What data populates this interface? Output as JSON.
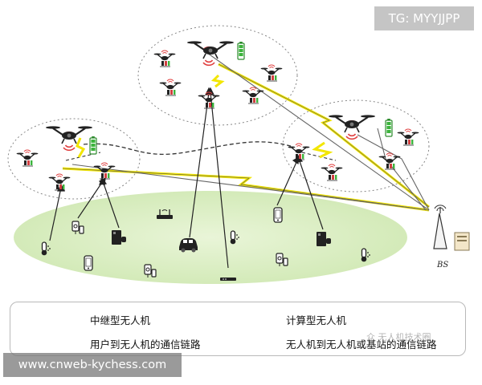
{
  "badges": {
    "telegram": "TG: MYYJJPP",
    "website": "www.cnweb-kychess.com"
  },
  "base_station": {
    "label": "BS"
  },
  "legend": {
    "relay_uav": "中继型无人机",
    "compute_uav": "计算型无人机",
    "user_link": "用户到无人机的通信链路",
    "uav_link": "无人机到无人机或基站的通信链路"
  },
  "watermark": "众 无人机技术圈",
  "colors": {
    "ground": "#dcefc4",
    "lightning": "#f2e600",
    "battery": "#3cb43c",
    "signal": "#e04040",
    "server": "#d04040"
  }
}
